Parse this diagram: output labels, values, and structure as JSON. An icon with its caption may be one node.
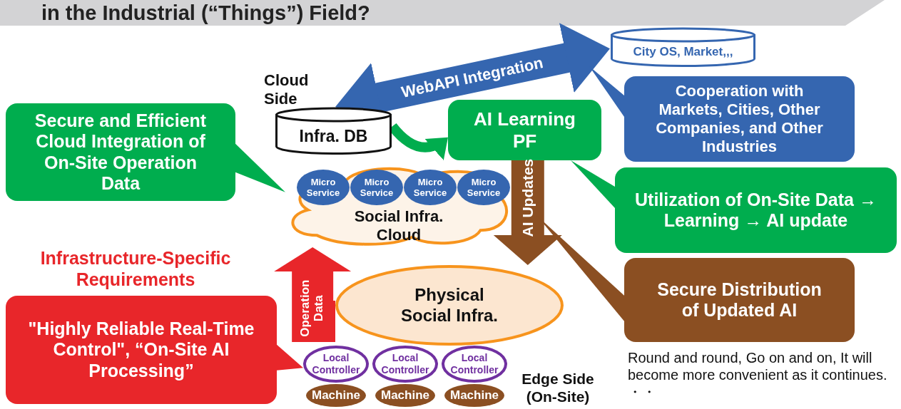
{
  "diagram": {
    "title": "in the Industrial (“Things”) Field?",
    "nodes": [
      {
        "text": [
          "City OS, Market,,,"
        ]
      },
      {
        "text": [
          "Infra. DB"
        ]
      },
      {
        "text": [
          "AI Learning PF"
        ]
      },
      {
        "text": [
          "Social Infra. Cloud"
        ]
      },
      {
        "text": [
          "Micro Service"
        ],
        "in": 3
      },
      {
        "text": [
          "Micro Service"
        ],
        "in": 3
      },
      {
        "text": [
          "Micro Service"
        ],
        "in": 3
      },
      {
        "text": [
          "Micro Service"
        ],
        "in": 3
      },
      {
        "text": [
          "Physical Social Infra."
        ]
      },
      {
        "text": [
          "Local Controller"
        ]
      },
      {
        "text": [
          "Local Controller"
        ]
      },
      {
        "text": [
          "Local Controller"
        ]
      },
      {
        "text": [
          "Machine"
        ]
      },
      {
        "text": [
          "Machine"
        ]
      },
      {
        "text": [
          "Machine"
        ]
      },
      {
        "text": [
          "Secure and Efficient Cloud Integration of On-Site Operation Data"
        ]
      },
      {
        "text": [
          "\"Highly Reliable Real-Time Control\", “On-Site AI Processing”"
        ]
      },
      {
        "text": [
          "Cooperation with Markets, Cities, Other Companies, and Other Industries"
        ]
      },
      {
        "text": [
          "Utilization of On-Site Data → Learning → AI update"
        ]
      },
      {
        "text": [
          "Secure Distribution of Updated AI"
        ]
      }
    ],
    "edges": [
      {
        "from": 1,
        "to": 0,
        "arrow": "both",
        "label": "WebAPI Integration",
        "color": "#3566b0"
      },
      {
        "from": 1,
        "to": 2,
        "arrow": "to",
        "color": "#00ad4e"
      },
      {
        "from": 8,
        "to": 3,
        "arrow": "to",
        "label": "Operation Data",
        "color": "#e8262a"
      },
      {
        "from": 2,
        "to": 8,
        "arrow": "to",
        "label": "AI Updates",
        "color": "#8b4f22"
      },
      {
        "from": 15,
        "to": 3,
        "arrow": "to",
        "color": "#00ad4e"
      },
      {
        "from": 16,
        "to": 9,
        "arrow": "to",
        "color": "#e8262a"
      },
      {
        "from": 17,
        "to": null,
        "arrow": "to",
        "color": "#3566b0"
      },
      {
        "from": 18,
        "to": 2,
        "arrow": "to",
        "color": "#00ad4e"
      },
      {
        "from": 19,
        "to": null,
        "arrow": "to",
        "color": "#8b4f22"
      }
    ],
    "labels": [
      "Cloud Side",
      "Infrastructure-Specific Requirements",
      "Edge Side (On-Site)",
      "Round and round, Go on and on, It will become more convenient as it continues. ・・"
    ]
  }
}
